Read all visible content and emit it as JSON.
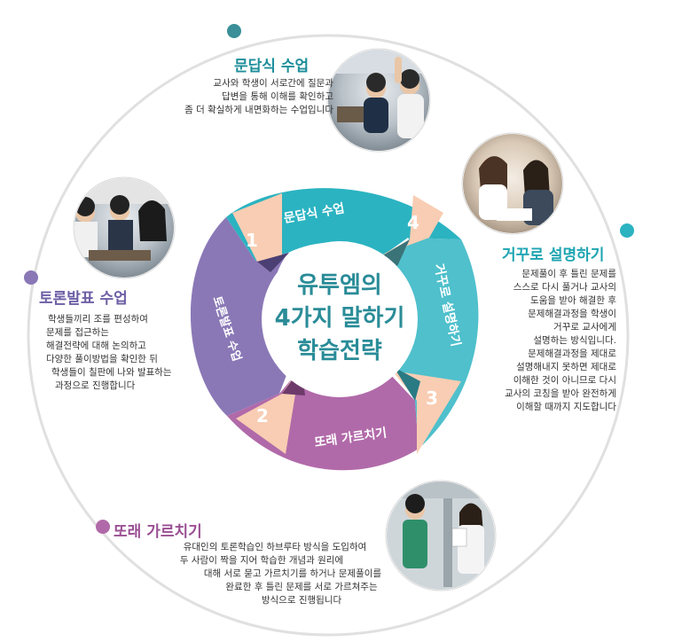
{
  "center": {
    "line1": "유투엠의",
    "line2": "4가지 말하기",
    "line3": "학습전략"
  },
  "ring": {
    "seg_top": "문답식 수업",
    "seg_right": "거꾸로 설명하기",
    "seg_bottom": "또래 가르치기",
    "seg_left": "토론발표 수업",
    "num1": "1",
    "num2": "2",
    "num3": "3",
    "num4": "4"
  },
  "items": {
    "qa": {
      "title": "문답식 수업",
      "lines": [
        "교사와 학생이 서로간에 질문과",
        "답변을 통해 이해를 확인하고",
        "좀 더 확실하게 내면화하는 수업입니다"
      ]
    },
    "reverse": {
      "title": "거꾸로 설명하기",
      "lines": [
        "문제풀이 후 틀린 문제를",
        "스스로 다시 풀거나 교사의",
        "도움을 받아 해결한 후",
        "문제해결과정을 학생이",
        "거꾸로 교사에게",
        "설명하는 방식입니다.",
        "문제해결과정을 제대로",
        "설명해내지 못하면 제대로",
        "이해한 것이 아니므로 다시",
        "교사의 코칭을 받아 완전하게",
        "이해할 때까지 지도합니다"
      ]
    },
    "peer": {
      "title": "또래 가르치기",
      "lines": [
        "유대인의 토론학습인 하브루타 방식을 도입하여",
        "두 사람이 짝을 지어 학습한 개념과 원리에",
        "대해 서로 묻고 가르치기를 하거나 문제풀이를",
        "완료한 후 틀린 문제를 서로 가르쳐주는",
        "방식으로 진행됩니다"
      ]
    },
    "debate": {
      "title": "토론발표 수업",
      "lines": [
        "학생들끼리 조를 편성하여",
        "문제를 접근하는",
        "해결전략에 대해 논의하고",
        "다양한 풀이방법을 확인한 뒤",
        "학생들이 칠판에 나와 발표하는",
        "과정으로 진행합니다"
      ]
    }
  },
  "colors": {
    "teal": "#2bb3c1",
    "purple": "#8a78b6",
    "magenta": "#b16aa9",
    "peach": "#f8cdb3",
    "orbit": "#e0e0e0",
    "title_qa": "#1e8f9b",
    "title_reverse": "#1ea5b2",
    "title_peer": "#9a4f93",
    "title_debate": "#6e5ea5"
  }
}
